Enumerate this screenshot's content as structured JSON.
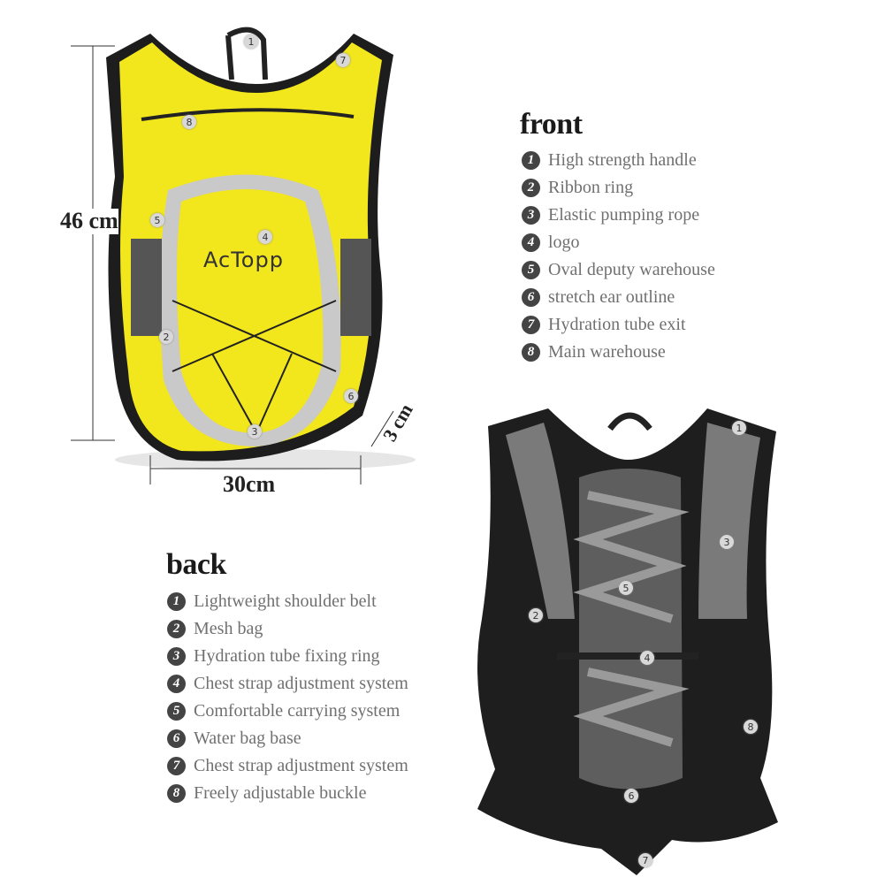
{
  "front": {
    "heading": "front",
    "items": [
      {
        "num": "1",
        "label": "High strength handle"
      },
      {
        "num": "2",
        "label": "Ribbon ring"
      },
      {
        "num": "3",
        "label": "Elastic pumping rope"
      },
      {
        "num": "4",
        "label": "logo"
      },
      {
        "num": "5",
        "label": "Oval deputy warehouse"
      },
      {
        "num": "6",
        "label": "stretch ear outline"
      },
      {
        "num": "7",
        "label": "Hydration tube exit"
      },
      {
        "num": "8",
        "label": "Main warehouse"
      }
    ],
    "logo": "AcTopp",
    "dimensions": {
      "height": "46 cm",
      "width": "30cm",
      "depth": "3 cm"
    },
    "color": "#f2e61c"
  },
  "back": {
    "heading": "back",
    "items": [
      {
        "num": "1",
        "label": "Lightweight shoulder belt"
      },
      {
        "num": "2",
        "label": "Mesh bag"
      },
      {
        "num": "3",
        "label": "Hydration tube fixing ring"
      },
      {
        "num": "4",
        "label": "Chest strap adjustment system"
      },
      {
        "num": "5",
        "label": "Comfortable carrying system"
      },
      {
        "num": "6",
        "label": "Water bag base"
      },
      {
        "num": "7",
        "label": "Chest strap adjustment system"
      },
      {
        "num": "8",
        "label": "Freely adjustable buckle"
      }
    ],
    "color": "#6a6a6a"
  }
}
